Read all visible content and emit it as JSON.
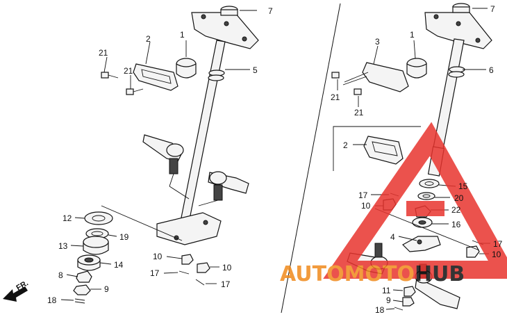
{
  "diagram": {
    "direction_label": "FR.",
    "watermark": {
      "text_a": "AUTO",
      "text_b": "MOTO",
      "text_c": "HUB",
      "color_red": "#e8342e",
      "color_orange": "#f08a1c"
    },
    "callouts": [
      {
        "id": "l-7",
        "text": "7"
      },
      {
        "id": "l-1",
        "text": "1"
      },
      {
        "id": "l-2",
        "text": "2"
      },
      {
        "id": "l-21a",
        "text": "21"
      },
      {
        "id": "l-21b",
        "text": "21"
      },
      {
        "id": "l-5",
        "text": "5"
      },
      {
        "id": "l-12",
        "text": "12"
      },
      {
        "id": "l-19",
        "text": "19"
      },
      {
        "id": "l-13",
        "text": "13"
      },
      {
        "id": "l-14",
        "text": "14"
      },
      {
        "id": "l-8",
        "text": "8"
      },
      {
        "id": "l-9",
        "text": "9"
      },
      {
        "id": "l-18",
        "text": "18"
      },
      {
        "id": "l-10a",
        "text": "10"
      },
      {
        "id": "l-10b",
        "text": "10"
      },
      {
        "id": "l-17a",
        "text": "17"
      },
      {
        "id": "l-17b",
        "text": "17"
      },
      {
        "id": "r-7",
        "text": "7"
      },
      {
        "id": "r-1",
        "text": "1"
      },
      {
        "id": "r-3",
        "text": "3"
      },
      {
        "id": "r-6",
        "text": "6"
      },
      {
        "id": "r-21a",
        "text": "21"
      },
      {
        "id": "r-21b",
        "text": "21"
      },
      {
        "id": "r-2",
        "text": "2"
      },
      {
        "id": "r-15",
        "text": "15"
      },
      {
        "id": "r-20",
        "text": "20"
      },
      {
        "id": "r-17a",
        "text": "17"
      },
      {
        "id": "r-10a",
        "text": "10"
      },
      {
        "id": "r-22",
        "text": "22"
      },
      {
        "id": "r-16",
        "text": "16"
      },
      {
        "id": "r-4",
        "text": "4"
      },
      {
        "id": "r-17b",
        "text": "17"
      },
      {
        "id": "r-10b",
        "text": "10"
      },
      {
        "id": "r-11",
        "text": "11"
      },
      {
        "id": "r-9",
        "text": "9"
      },
      {
        "id": "r-18",
        "text": "18"
      }
    ]
  }
}
